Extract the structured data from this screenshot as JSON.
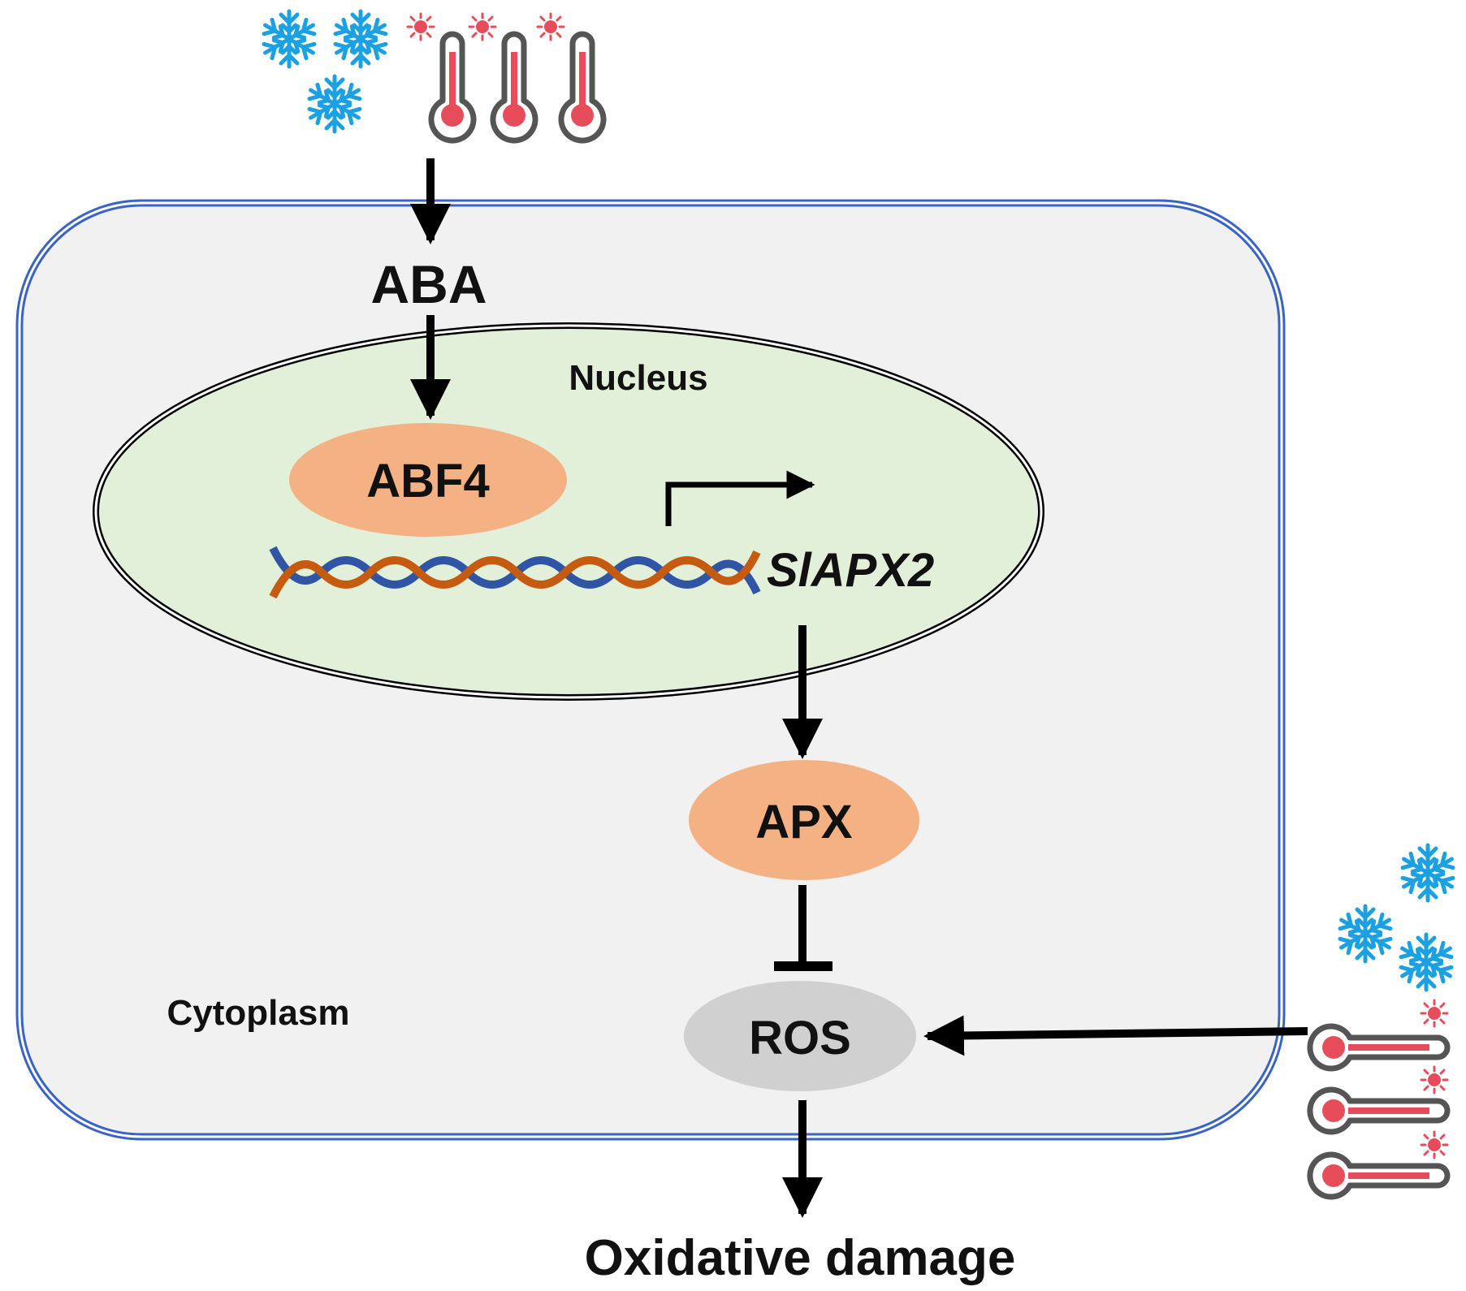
{
  "labels": {
    "aba": "ABA",
    "nucleus": "Nucleus",
    "abf4": "ABF4",
    "gene": "SlAPX2",
    "apx": "APX",
    "cytoplasm": "Cytoplasm",
    "ros": "ROS",
    "outcome": "Oxidative damage"
  },
  "icons": {
    "cold": "snowflake-icon",
    "heat": "thermometer-icon"
  },
  "colors": {
    "cell_border": "#3a63c6",
    "cell_fill": "#f1f1f1",
    "nucleus_fill": "#e2efd9",
    "protein_fill": "#f4b183",
    "ros_fill": "#d0d0d0",
    "dna_blue": "#2f55a4",
    "dna_orange": "#c55a11",
    "snowflake": "#1ba1e2",
    "thermo_red": "#e74c5a",
    "thermo_outline": "#555555",
    "arrow": "#000000"
  }
}
